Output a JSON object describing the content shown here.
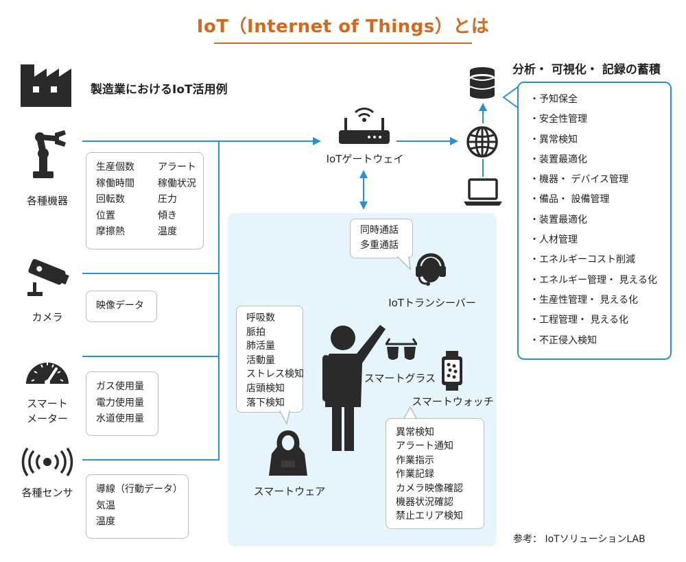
{
  "header": {
    "title": "IoT（Internet of Things）とは"
  },
  "manufacturing": {
    "heading": "製造業におけるIoT活用例"
  },
  "devices": [
    {
      "label": "各種機器",
      "icon": "robot-arm-icon",
      "items": [
        "生産個数",
        "稼働時間",
        "回転数",
        "位置",
        "摩擦熱"
      ],
      "items2": [
        "アラート",
        "稼働状況",
        "圧力",
        "傾き",
        "温度"
      ]
    },
    {
      "label": "カメラ",
      "icon": "security-camera-icon",
      "items": [
        "映像データ"
      ]
    },
    {
      "label": "スマート",
      "label2": "メーター",
      "icon": "gauge-meter-icon",
      "items": [
        "ガス使用量",
        "電力使用量",
        "水道使用量"
      ]
    },
    {
      "label": "各種センサ",
      "icon": "sensor-wave-icon",
      "items": [
        "導線（行動データ）",
        "気温",
        "温度"
      ]
    }
  ],
  "gateway": {
    "label": "IoTゲートウェイ",
    "icon": "wifi-router-icon"
  },
  "cloud": {
    "icons": [
      "database-icon",
      "globe-icon",
      "laptop-icon"
    ]
  },
  "analysis": {
    "heading": "分析・ 可視化・ 記録の蓄積",
    "items": [
      "・予知保全",
      "・安全性管理",
      "・異常検知",
      "・装置最適化",
      "・機器・ デバイス管理",
      "・備品・ 設備管理",
      "・装置最適化",
      "・人材管理",
      "・エネルギーコスト削減",
      "・エネルギー管理・ 見える化",
      "・生産性管理・ 見える化",
      "・工程管理・ 見える化",
      "・不正侵入検知"
    ]
  },
  "wearables": {
    "transceiver": {
      "label": "IoTトランシーバー",
      "bubble": [
        "同時通話",
        "多重通話"
      ]
    },
    "glasses": {
      "label": "スマートグラス"
    },
    "watch": {
      "label": "スマートウォッチ"
    },
    "wear": {
      "label": "スマートウェア",
      "bubble": [
        "呼吸数",
        "脈拍",
        "肺活量",
        "活動量",
        "ストレス検知",
        "店頭検知",
        "落下検知"
      ]
    },
    "worker_bubble": [
      "異常検知",
      "アラート通知",
      "作業指示",
      "作業記録",
      "カメラ映像確認",
      "機器状況確認",
      "禁止エリア検知"
    ]
  },
  "footer": {
    "source": "参考： IoTソリューションLAB"
  },
  "colors": {
    "accent": "#2b8fd0",
    "title": "#d2691e",
    "panel": "#e6f4fb",
    "icon": "#222222"
  }
}
